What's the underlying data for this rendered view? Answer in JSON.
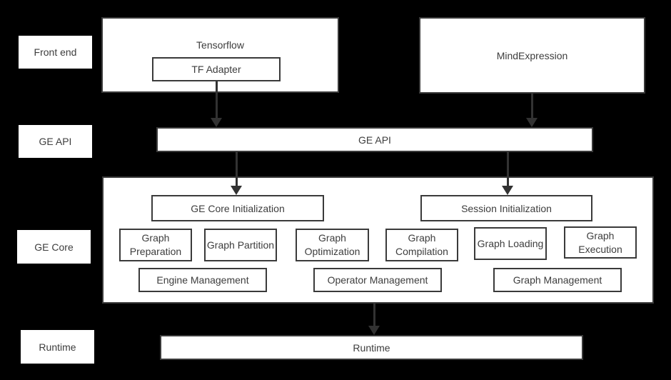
{
  "colors": {
    "background": "#000000",
    "box_fill": "#ffffff",
    "box_border": "#3a3a3a",
    "text": "#3d3d3d",
    "arrow": "#323232"
  },
  "side_labels": {
    "front_end": "Front end",
    "ge_api": "GE API",
    "ge_core": "GE Core",
    "runtime": "Runtime"
  },
  "front_end": {
    "tensorflow": "Tensorflow",
    "tf_adapter": "TF Adapter",
    "mind_expression": "MindExpression"
  },
  "ge_api": {
    "bar": "GE API"
  },
  "ge_core": {
    "ge_core_initialization": "GE Core Initialization",
    "session_initialization": "Session Initialization",
    "stages": [
      "Graph Preparation",
      "Graph Partition",
      "Graph Optimization",
      "Graph Compilation",
      "Graph Loading",
      "Graph Execution"
    ],
    "management": [
      "Engine Management",
      "Operator Management",
      "Graph Management"
    ]
  },
  "runtime": {
    "bar": "Runtime"
  }
}
